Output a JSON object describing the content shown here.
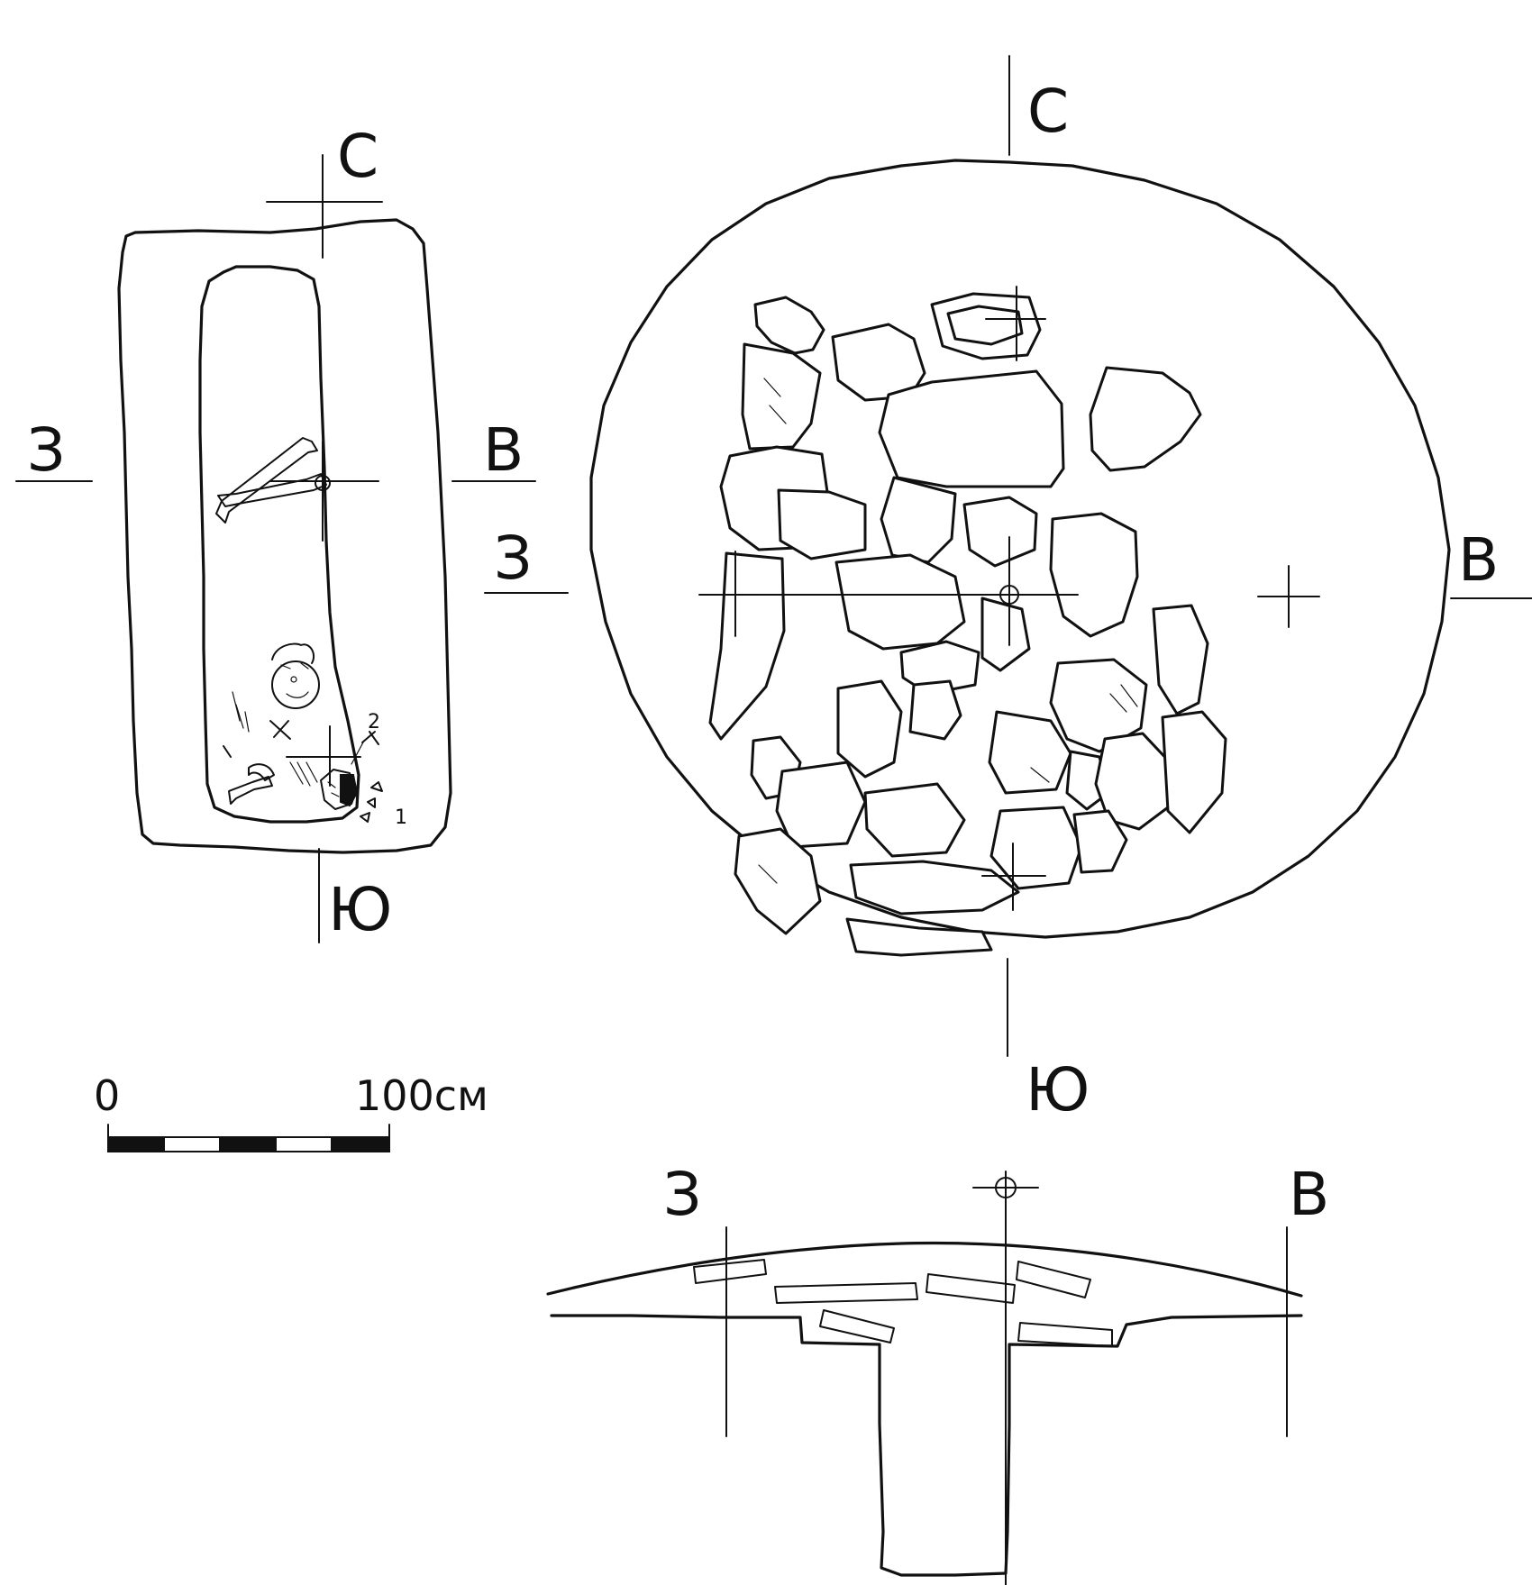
{
  "plan_grave": {
    "north": "С",
    "south": "Ю",
    "west": "З",
    "east": "В",
    "find_labels": [
      "1",
      "2"
    ]
  },
  "plan_mound": {
    "north": "С",
    "south": "Ю",
    "west": "З",
    "east": "В"
  },
  "section": {
    "west": "З",
    "east": "В"
  },
  "scale_bar": {
    "start_label": "0",
    "end_label": "100см"
  },
  "colors": {
    "ink": "#111111",
    "paper": "#ffffff"
  }
}
